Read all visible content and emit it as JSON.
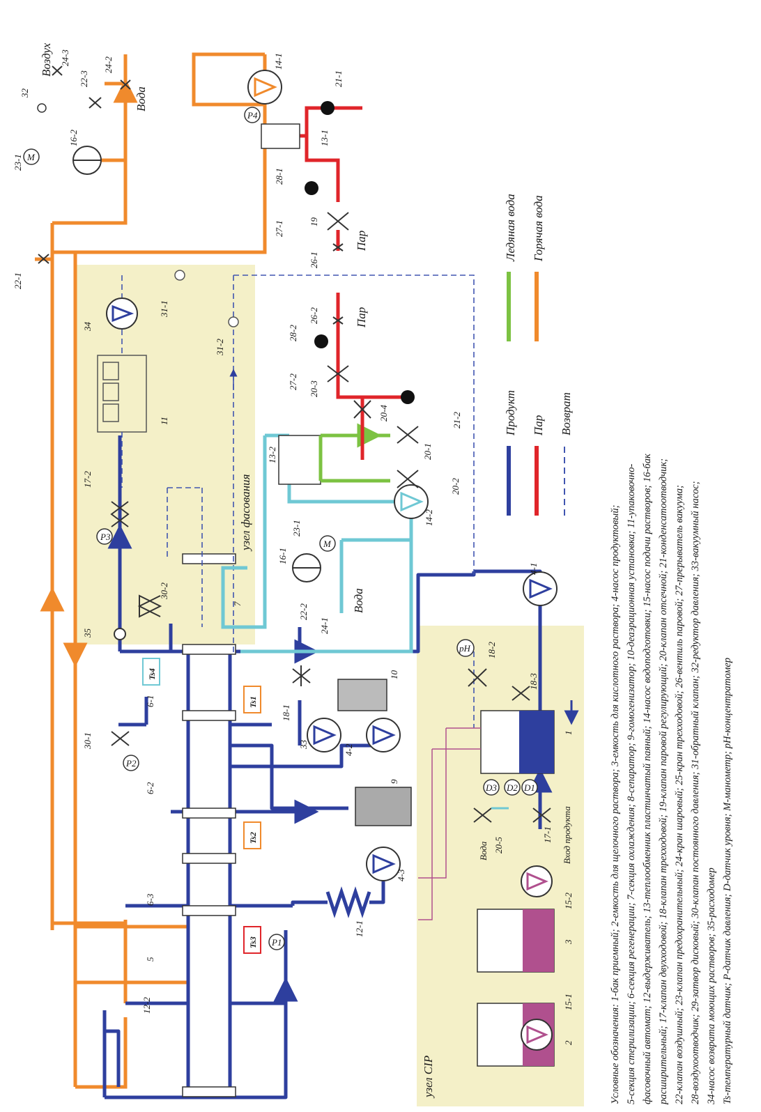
{
  "colors": {
    "product": "#2e3f9e",
    "steam": "#e0252a",
    "return": "#4055b0",
    "ice_water": "#7cc242",
    "hot_water": "#f08a2c",
    "cyan_water": "#6fc8d4",
    "cip": "#b0508e",
    "zone_fill": "#f4f0c8"
  },
  "zones": {
    "packing": "узел фасования",
    "cip": "узел CIP"
  },
  "legend": {
    "product": "Продукт",
    "steam": "Пар",
    "return": "Возврат",
    "ice_water": "Ледяная вода",
    "hot_water": "Горячая вода"
  },
  "side_labels": {
    "air": "Воздух",
    "water_top": "Вода",
    "water_mid": "Вода",
    "steam_1": "Пар",
    "steam_2": "Пар",
    "cip_water": "Вода",
    "product_in": "Вход продукта"
  },
  "sensors": {
    "ts1": "Ts1",
    "ts2": "Ts2",
    "ts3": "Ts3",
    "ts4": "Ts4",
    "p1": "P1",
    "p2": "P2",
    "p3": "P3",
    "p4": "P4",
    "d1": "D1",
    "d2": "D2",
    "d3": "D3",
    "ph": "pH",
    "m": "M"
  },
  "tags": {
    "t1": "1",
    "t2": "2",
    "t3": "3",
    "t5": "5",
    "t7": "7",
    "t9": "9",
    "t10": "10",
    "t11": "11",
    "t4_1": "4-1",
    "t4_2": "4-2",
    "t4_3": "4-3",
    "t6_1": "6-1",
    "t6_2": "6-2",
    "t6_3": "6-3",
    "t12_1": "12-1",
    "t12_2": "12-2",
    "t13_1": "13-1",
    "t13_2": "13-2",
    "t14_1": "14-1",
    "t14_2": "14-2",
    "t15_1": "15-1",
    "t15_2": "15-2",
    "t16_1": "16-1",
    "t16_2": "16-2",
    "t17_1": "17-1",
    "t17_2": "17-2",
    "t18_1": "18-1",
    "t18_2": "18-2",
    "t18_3": "18-3",
    "t19": "19",
    "t20_1": "20-1",
    "t20_2": "20-2",
    "t20_3": "20-3",
    "t20_4": "20-4",
    "t20_5": "20-5",
    "t21_1": "21-1",
    "t21_2": "21-2",
    "t22_1": "22-1",
    "t22_2": "22-2",
    "t22_3": "22-3",
    "t23_1a": "23-1",
    "t23_1b": "23-1",
    "t24_1": "24-1",
    "t24_2": "24-2",
    "t24_3": "24-3",
    "t26_1": "26-1",
    "t26_2": "26-2",
    "t27_1": "27-1",
    "t27_2": "27-2",
    "t28_1": "28-1",
    "t28_2": "28-2",
    "t30_1": "30-1",
    "t30_2": "30-2",
    "t31_1": "31-1",
    "t31_2": "31-2",
    "t32": "32",
    "t33": "33",
    "t34": "34",
    "t35": "35"
  },
  "caption": {
    "line1": "Условные обозначения:     1-бак приемный; 2-емкость для щелочного раствора; 3-емкость для кислотного раствора; 4-насос продуктовый;",
    "line2": "5-секция стерилизации; 6-секция регенерации; 7-секция охлаждения; 8-сепаратор; 9-гомогенизатор; 10-деаэрационная установка; 11-упаковочно-",
    "line3": "фасовочный автомат; 12-выдерживатель; 13-теплообменник пластинчатый паяный; 14-насос водоподготовки; 15-насос подачи растворов; 16-бак",
    "line4": "расширительный; 17-клапан двухходовой; 18-клапан трехходовой; 19-клапан паровой регулирующий; 20-клапан отсечной; 21-конденсатоотводчик;",
    "line5": "22-клапан воздушный; 23-клапан предохранительный; 24-кран шаровый; 25-кран трехходовой; 26-вентиль паровой; 27-прерыватель вакуума;",
    "line6": "28-воздухоотводчик; 29-затвор дисковый; 30-клапан постоянного давления; 31-обратный клапан; 32-редуктор давления; 33-вакуумный насос;",
    "line7": "34-насос возврата моющих растворов; 35-расходомер",
    "line8": "Ts-температурный датчик; P-датчик давления; D-датчик уровня; M-манометр; pH-концентратомер"
  }
}
